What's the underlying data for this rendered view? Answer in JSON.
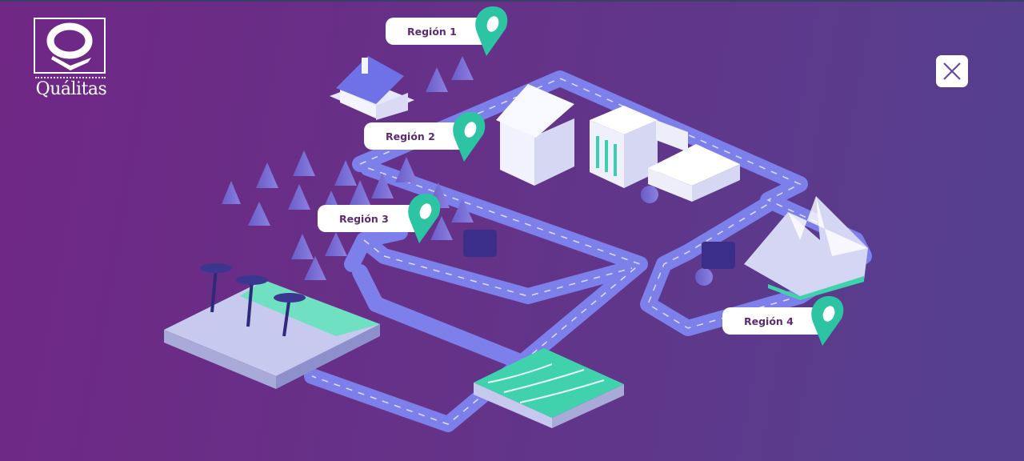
{
  "brand": {
    "name": "Quálitas"
  },
  "close_button": {
    "icon": "close-icon"
  },
  "regions": [
    {
      "label": "Región 1"
    },
    {
      "label": "Región 2"
    },
    {
      "label": "Región  3"
    },
    {
      "label": "Región 4"
    }
  ],
  "colors": {
    "pin": "#2cc4a2",
    "road": "#7d80ea",
    "label_text": "#5b2c6f"
  }
}
